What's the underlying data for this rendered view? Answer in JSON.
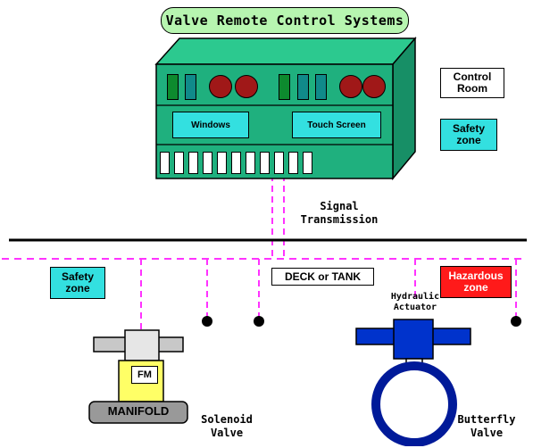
{
  "title": "Valve Remote Control Systems",
  "control_panel": {
    "screen_left": "Windows",
    "screen_right": "Touch Screen"
  },
  "labels": {
    "control_room": "Control\nRoom",
    "safety_zone_top": "Safety\nzone",
    "signal_transmission": "Signal\nTransmission",
    "safety_zone_bottom": "Safety\nzone",
    "deck_or_tank": "DECK or TANK",
    "hazardous_zone": "Hazardous\nzone",
    "hydraulic_actuator": "Hydraulic\nActuator",
    "fm": "FM",
    "manifold": "MANIFOLD",
    "solenoid_valve": "Solenoid\nValve",
    "butterfly_valve": "Butterfly\nValve"
  },
  "colors": {
    "panel_front": "#1fb07e",
    "panel_top": "#2cc98f",
    "panel_side": "#178f66",
    "screen": "#33e0e0",
    "knob": "#a01818",
    "dashed_line": "#ff33ff",
    "actuator": "#0033cc",
    "ring": "#001a99",
    "fm_body": "#ffff66",
    "manifold": "#999999",
    "safety_box": "#33e0e0",
    "hazard_box": "#ff1a1a"
  }
}
